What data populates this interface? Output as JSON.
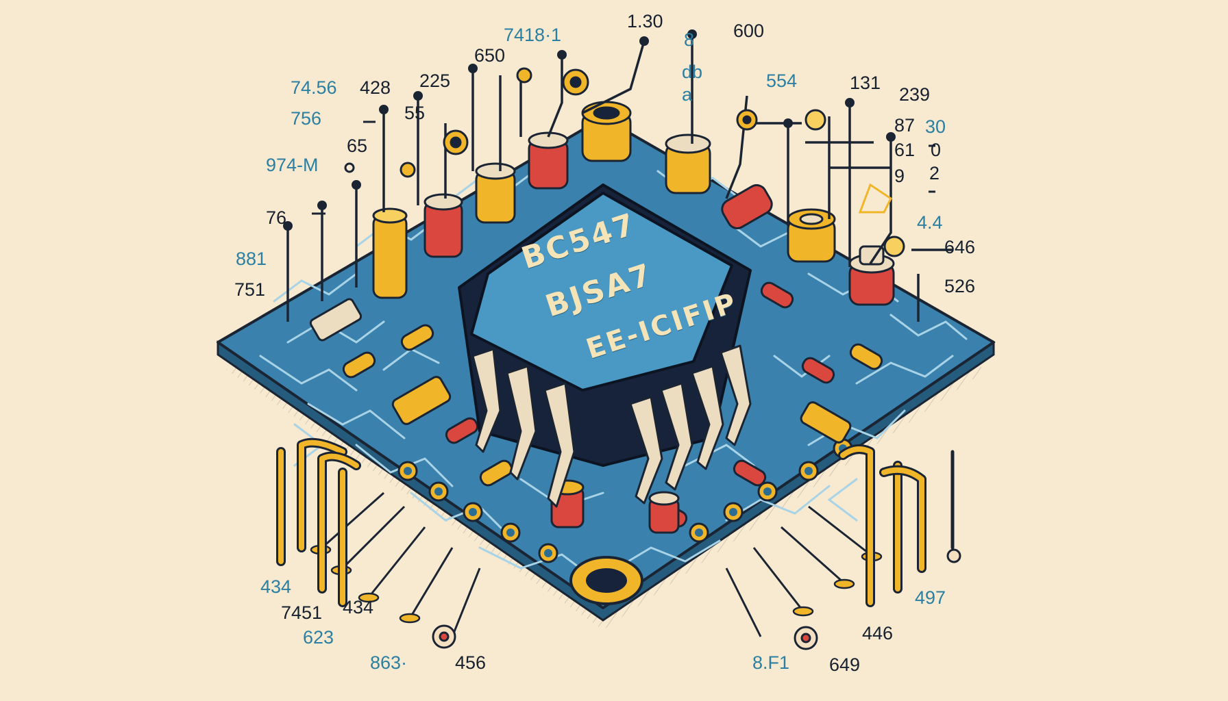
{
  "chip": {
    "line1": "BC547",
    "line2": "BJSA7",
    "line3": "EE-ICIFIP"
  },
  "labels": [
    {
      "text": "7418·1",
      "tone": "blue"
    },
    {
      "text": "1.30",
      "tone": "dark"
    },
    {
      "text": "8",
      "tone": "blue"
    },
    {
      "text": "600",
      "tone": "dark"
    },
    {
      "text": "650",
      "tone": "dark"
    },
    {
      "text": "db",
      "tone": "blue"
    },
    {
      "text": "a",
      "tone": "blue"
    },
    {
      "text": "74.56",
      "tone": "blue"
    },
    {
      "text": "428",
      "tone": "dark"
    },
    {
      "text": "225",
      "tone": "dark"
    },
    {
      "text": "554",
      "tone": "blue"
    },
    {
      "text": "131",
      "tone": "dark"
    },
    {
      "text": "239",
      "tone": "dark"
    },
    {
      "text": "756",
      "tone": "blue"
    },
    {
      "text": "55",
      "tone": "dark"
    },
    {
      "text": "87",
      "tone": "dark"
    },
    {
      "text": "30",
      "tone": "blue"
    },
    {
      "text": "61",
      "tone": "dark"
    },
    {
      "text": "0",
      "tone": "dark"
    },
    {
      "text": "9",
      "tone": "dark"
    },
    {
      "text": "2",
      "tone": "dark"
    },
    {
      "text": "65",
      "tone": "dark"
    },
    {
      "text": "974-M",
      "tone": "blue"
    },
    {
      "text": "76",
      "tone": "dark"
    },
    {
      "text": "4.4",
      "tone": "blue"
    },
    {
      "text": "881",
      "tone": "blue"
    },
    {
      "text": "646",
      "tone": "dark"
    },
    {
      "text": "751",
      "tone": "dark"
    },
    {
      "text": "526",
      "tone": "dark"
    },
    {
      "text": "434",
      "tone": "blue"
    },
    {
      "text": "7451",
      "tone": "dark"
    },
    {
      "text": "434",
      "tone": "dark"
    },
    {
      "text": "623",
      "tone": "blue"
    },
    {
      "text": "497",
      "tone": "blue"
    },
    {
      "text": "446",
      "tone": "dark"
    },
    {
      "text": "863·",
      "tone": "blue"
    },
    {
      "text": "456",
      "tone": "dark"
    },
    {
      "text": "8.F1",
      "tone": "blue"
    },
    {
      "text": "649",
      "tone": "dark"
    }
  ],
  "colors": {
    "background": "#f8ead0",
    "board": "#3a82ad",
    "trace": "#a9d3e6",
    "chip_body": "#17233a",
    "chip_top": "#4a98c4",
    "pin": "#ecdcc0",
    "gold": "#f1b52a",
    "red": "#d9473f",
    "ink": "#16202e",
    "label_blue": "#2a7fa2"
  },
  "icons": [
    "circuit-board",
    "integrated-circuit",
    "capacitor",
    "resistor",
    "solder-pad",
    "connector-pin",
    "lead-wire"
  ]
}
